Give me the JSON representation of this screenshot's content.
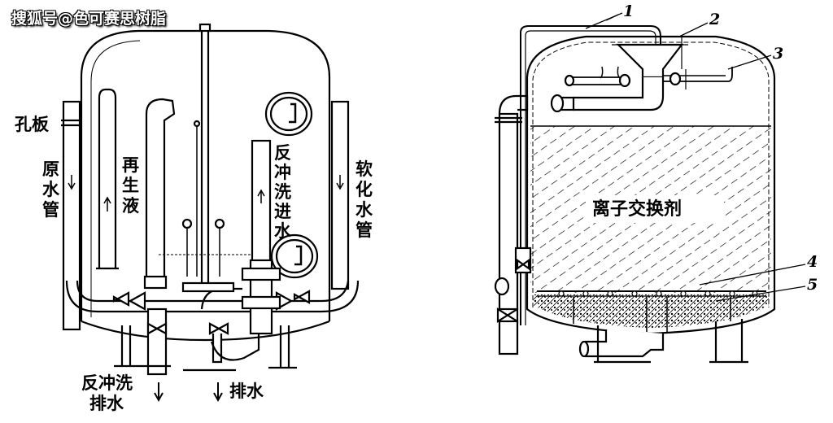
{
  "watermark": "搜狐号@色可赛思树脂",
  "left_diagram": {
    "labels": {
      "orifice_plate": "孔板",
      "raw_water_pipe": "原水管",
      "regeneration_liquid": "再生液",
      "backwash_inlet": "反冲洗进水",
      "softened_water_pipe": "软化水管",
      "backwash_drain_line1": "反冲洗",
      "backwash_drain_line2": "排水",
      "drain": "排水"
    }
  },
  "right_diagram": {
    "inner_label": "离子交换剂",
    "callouts": [
      "1",
      "2",
      "3",
      "4",
      "5"
    ]
  }
}
